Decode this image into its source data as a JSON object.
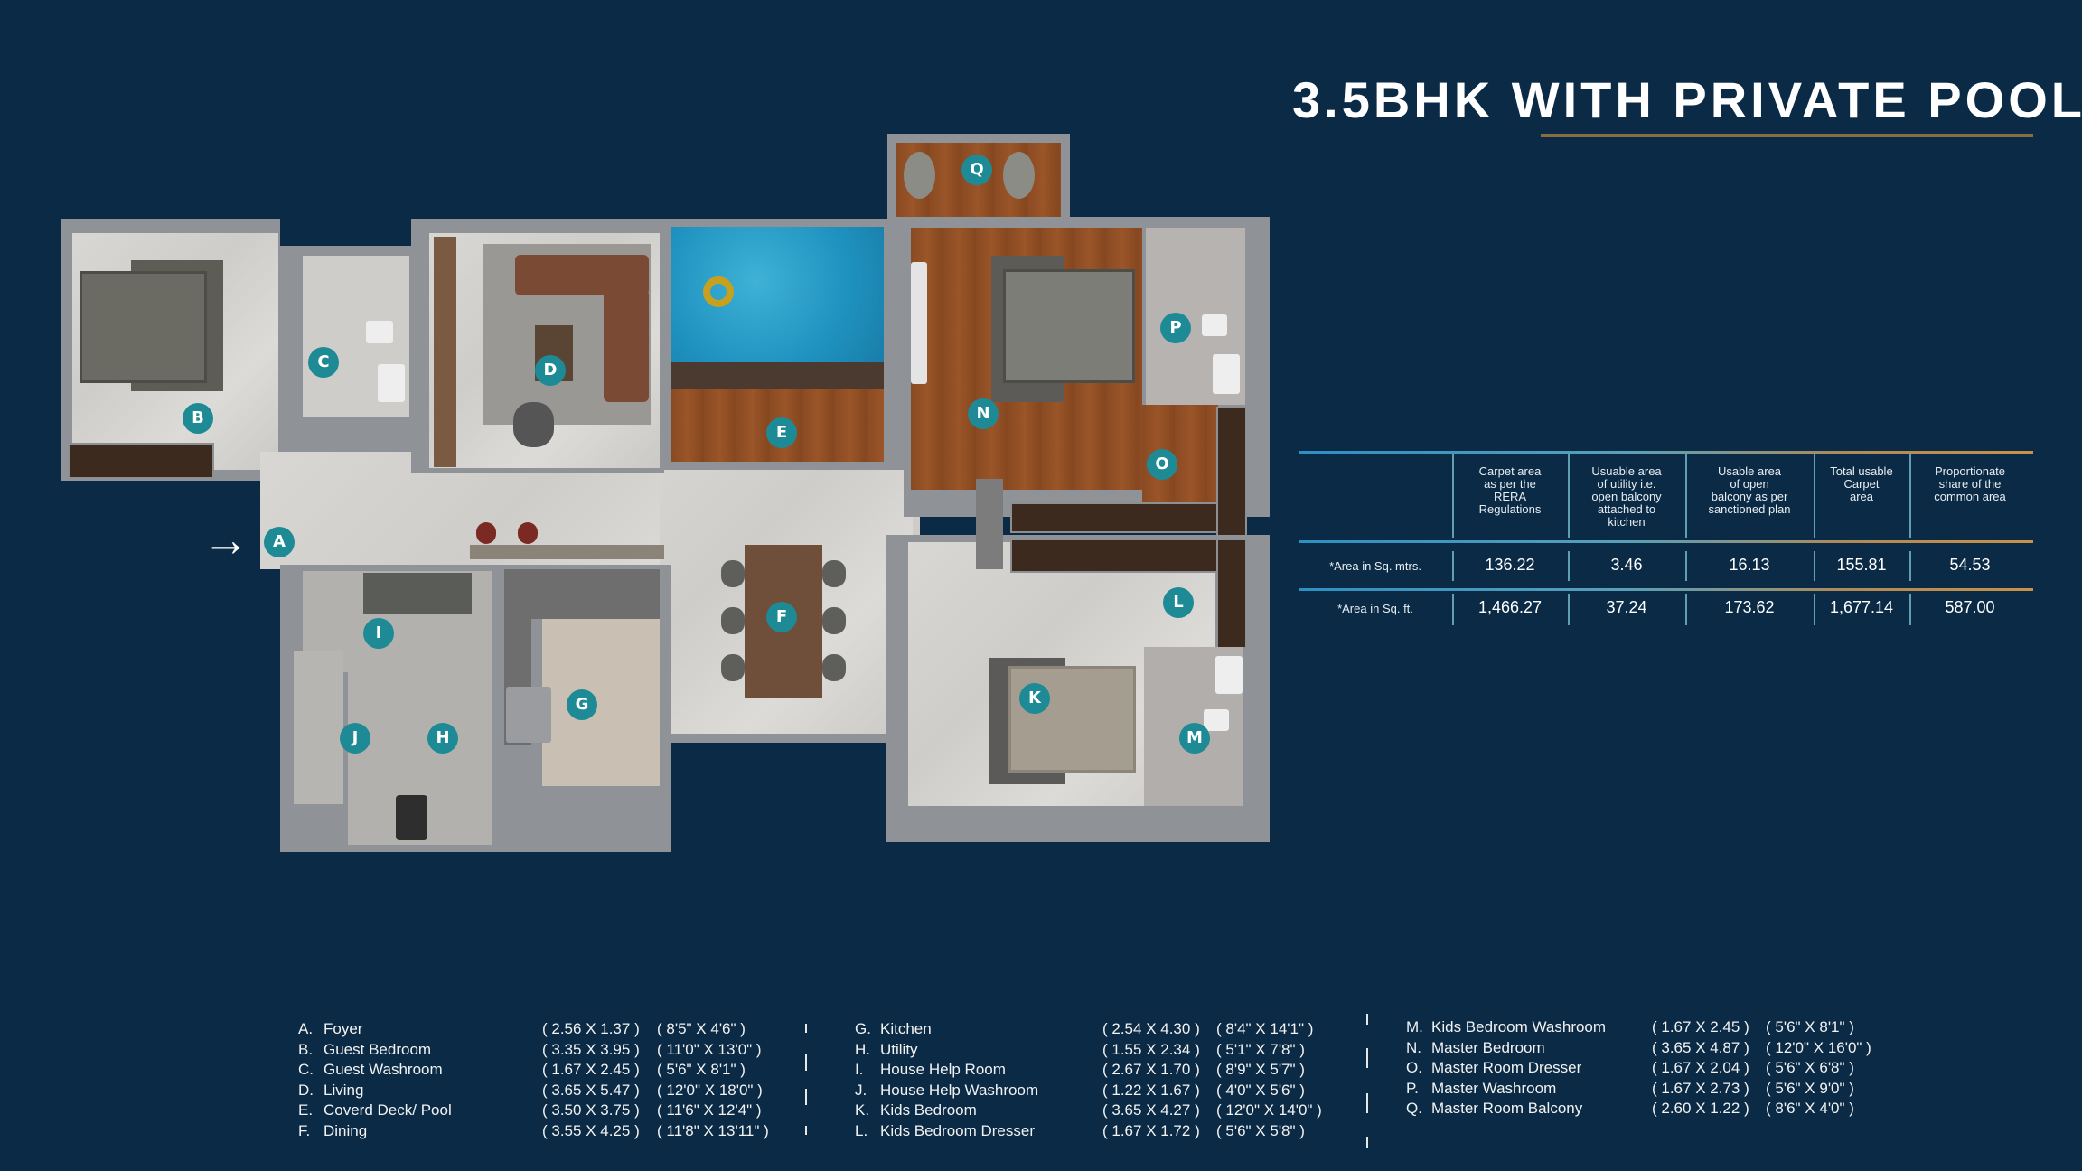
{
  "title": "3.5BHK WITH PRIVATE POOL",
  "area_table": {
    "headers": [
      "Carpet area as per the RERA Regulations",
      "Usuable area of utility i.e. open balcony attached to kitchen",
      "Usable area of open balcony as per sanctioned plan",
      "Total usable Carpet area",
      "Proportionate share of the common area"
    ],
    "header_lines": [
      [
        "Carpet area",
        "as per the",
        "RERA",
        "Regulations"
      ],
      [
        "Usuable area",
        "of utility i.e.",
        "open balcony",
        "attached to",
        "kitchen"
      ],
      [
        "Usable area",
        "of open",
        "balcony as per",
        "sanctioned plan"
      ],
      [
        "Total usable",
        "Carpet",
        "area"
      ],
      [
        "Proportionate",
        "share of the",
        "common area"
      ]
    ],
    "rows": [
      {
        "label": "*Area in Sq. mtrs.",
        "values": [
          "136.22",
          "3.46",
          "16.13",
          "155.81",
          "54.53"
        ]
      },
      {
        "label": "*Area in Sq. ft.",
        "values": [
          "1,466.27",
          "37.24",
          "173.62",
          "1,677.14",
          "587.00"
        ]
      }
    ]
  },
  "plan_markers": [
    "A",
    "B",
    "C",
    "D",
    "E",
    "F",
    "G",
    "H",
    "I",
    "J",
    "K",
    "L",
    "M",
    "N",
    "O",
    "P",
    "Q"
  ],
  "entry_arrow": "→",
  "legend": {
    "columns": [
      [
        {
          "key": "A.",
          "name": "Foyer",
          "metric": "( 2.56 X 1.37 )",
          "imperial": "( 8'5\" X 4'6\" )"
        },
        {
          "key": "B.",
          "name": "Guest Bedroom",
          "metric": "( 3.35 X 3.95 )",
          "imperial": "( 11'0\" X 13'0\" )"
        },
        {
          "key": "C.",
          "name": "Guest Washroom",
          "metric": "( 1.67 X 2.45 )",
          "imperial": "( 5'6\" X 8'1\" )"
        },
        {
          "key": "D.",
          "name": "Living",
          "metric": "( 3.65 X 5.47 )",
          "imperial": "( 12'0\" X 18'0\" )"
        },
        {
          "key": "E.",
          "name": "Coverd Deck/ Pool",
          "metric": "( 3.50 X 3.75 )",
          "imperial": "( 11'6\" X 12'4\" )"
        },
        {
          "key": "F.",
          "name": "Dining",
          "metric": "( 3.55 X 4.25 )",
          "imperial": "( 11'8\" X 13'11\" )"
        }
      ],
      [
        {
          "key": "G.",
          "name": "Kitchen",
          "metric": "( 2.54 X 4.30 )",
          "imperial": "( 8'4\" X 14'1\" )"
        },
        {
          "key": "H.",
          "name": "Utility",
          "metric": "( 1.55 X 2.34 )",
          "imperial": "( 5'1\" X 7'8\" )"
        },
        {
          "key": "I.",
          "name": "House Help Room",
          "metric": "( 2.67 X 1.70 )",
          "imperial": "( 8'9\" X 5'7\" )"
        },
        {
          "key": "J.",
          "name": "House Help Washroom",
          "metric": "( 1.22 X 1.67 )",
          "imperial": "( 4'0\" X 5'6\" )"
        },
        {
          "key": "K.",
          "name": "Kids Bedroom",
          "metric": "( 3.65 X 4.27 )",
          "imperial": "( 12'0\" X 14'0\" )"
        },
        {
          "key": "L.",
          "name": "Kids Bedroom Dresser",
          "metric": "( 1.67 X 1.72 )",
          "imperial": "( 5'6\" X 5'8\" )"
        }
      ],
      [
        {
          "key": "M.",
          "name": "Kids Bedroom Washroom",
          "metric": "( 1.67 X 2.45 )",
          "imperial": "( 5'6\" X 8'1\" )"
        },
        {
          "key": "N.",
          "name": "Master Bedroom",
          "metric": "( 3.65 X 4.87 )",
          "imperial": "( 12'0\" X 16'0\" )"
        },
        {
          "key": "O.",
          "name": "Master Room Dresser",
          "metric": "( 1.67 X 2.04 )",
          "imperial": "( 5'6\" X 6'8\" )"
        },
        {
          "key": "P.",
          "name": "Master Washroom",
          "metric": "( 1.67 X 2.73 )",
          "imperial": "( 5'6\" X 9'0\" )"
        },
        {
          "key": "Q.",
          "name": "Master Room Balcony",
          "metric": "( 2.60 X 1.22 )",
          "imperial": "( 8'6\" X 4'0\" )"
        }
      ]
    ]
  },
  "colors": {
    "background": "#0a2a45",
    "title_underline": "#8a6d3f",
    "marker": "#1d8a96",
    "table_line_start": "#2e8fc4",
    "table_line_end": "#c8924a"
  }
}
